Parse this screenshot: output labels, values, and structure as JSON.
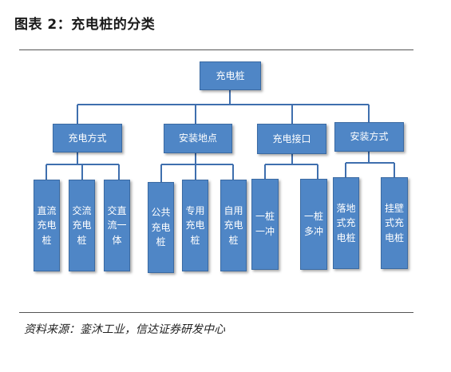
{
  "figure": {
    "title": "图表 2：充电桩的分类",
    "source": "资料来源：銮沐工业，信达证券研发中心"
  },
  "tree": {
    "root": "充电桩",
    "categories": [
      {
        "label": "充电方式",
        "children": [
          "直流\n充电\n桩",
          "交流\n充电\n桩",
          "交直\n流一\n体"
        ]
      },
      {
        "label": "安装地点",
        "children": [
          "公共\n充电\n桩",
          "专用\n充电\n桩",
          "自用\n充电\n桩"
        ]
      },
      {
        "label": "充电接口",
        "children": [
          "一桩\n一冲",
          "一桩\n多冲"
        ]
      },
      {
        "label": "安装方式",
        "children": [
          "落地\n式充\n电桩",
          "挂壁\n式充\n电桩"
        ]
      }
    ]
  },
  "colors": {
    "node": "#4f86c6",
    "node_border": "#3a6aa3",
    "connector": "#3f6fae"
  }
}
